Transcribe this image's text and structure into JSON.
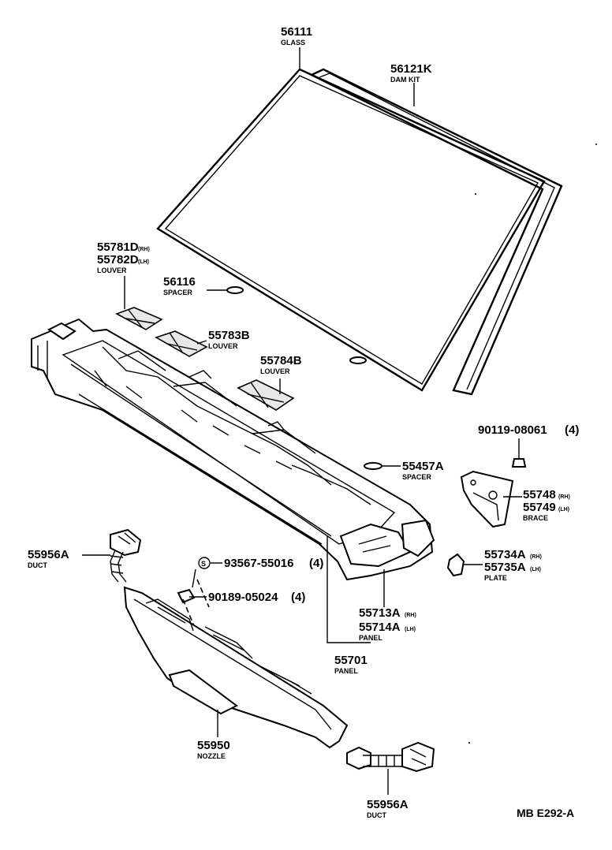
{
  "callouts": {
    "glass": {
      "number": "56111",
      "name": "GLASS"
    },
    "dam_kit": {
      "number": "56121K",
      "name": "DAM KIT"
    },
    "louver_lr": {
      "number_rh": "55781D",
      "suffix_rh": "(RH)",
      "number_lh": "55782D",
      "suffix_lh": "(LH)",
      "name": "LOUVER"
    },
    "spacer_56116": {
      "number": "56116",
      "name": "SPACER"
    },
    "louver_55783b": {
      "number": "55783B",
      "name": "LOUVER"
    },
    "louver_55784b": {
      "number": "55784B",
      "name": "LOUVER"
    },
    "bolt": {
      "number": "90119-08061",
      "qty": "(4)"
    },
    "spacer_55457a": {
      "number": "55457A",
      "name": "SPACER"
    },
    "brace": {
      "number_rh": "55748",
      "suffix_rh": "(RH)",
      "number_lh": "55749",
      "suffix_lh": "(LH)",
      "name": "BRACE"
    },
    "plate": {
      "number_rh": "55734A",
      "suffix_rh": "(RH)",
      "number_lh": "55735A",
      "suffix_lh": "(LH)",
      "name": "PLATE"
    },
    "duct_top": {
      "number": "55956A",
      "name": "DUCT"
    },
    "screw": {
      "marker": "S",
      "number": "93567-55016",
      "qty": "(4)"
    },
    "clip": {
      "number": "90189-05024",
      "qty": "(4)"
    },
    "panel_side": {
      "number_rh": "55713A",
      "suffix_rh": "(RH)",
      "number_lh": "55714A",
      "suffix_lh": "(LH)",
      "name": "PANEL"
    },
    "panel": {
      "number": "55701",
      "name": "PANEL"
    },
    "nozzle": {
      "number": "55950",
      "name": "NOZZLE"
    },
    "duct_bottom": {
      "number": "55956A",
      "name": "DUCT"
    }
  },
  "figure_ref": "MB E292-A"
}
